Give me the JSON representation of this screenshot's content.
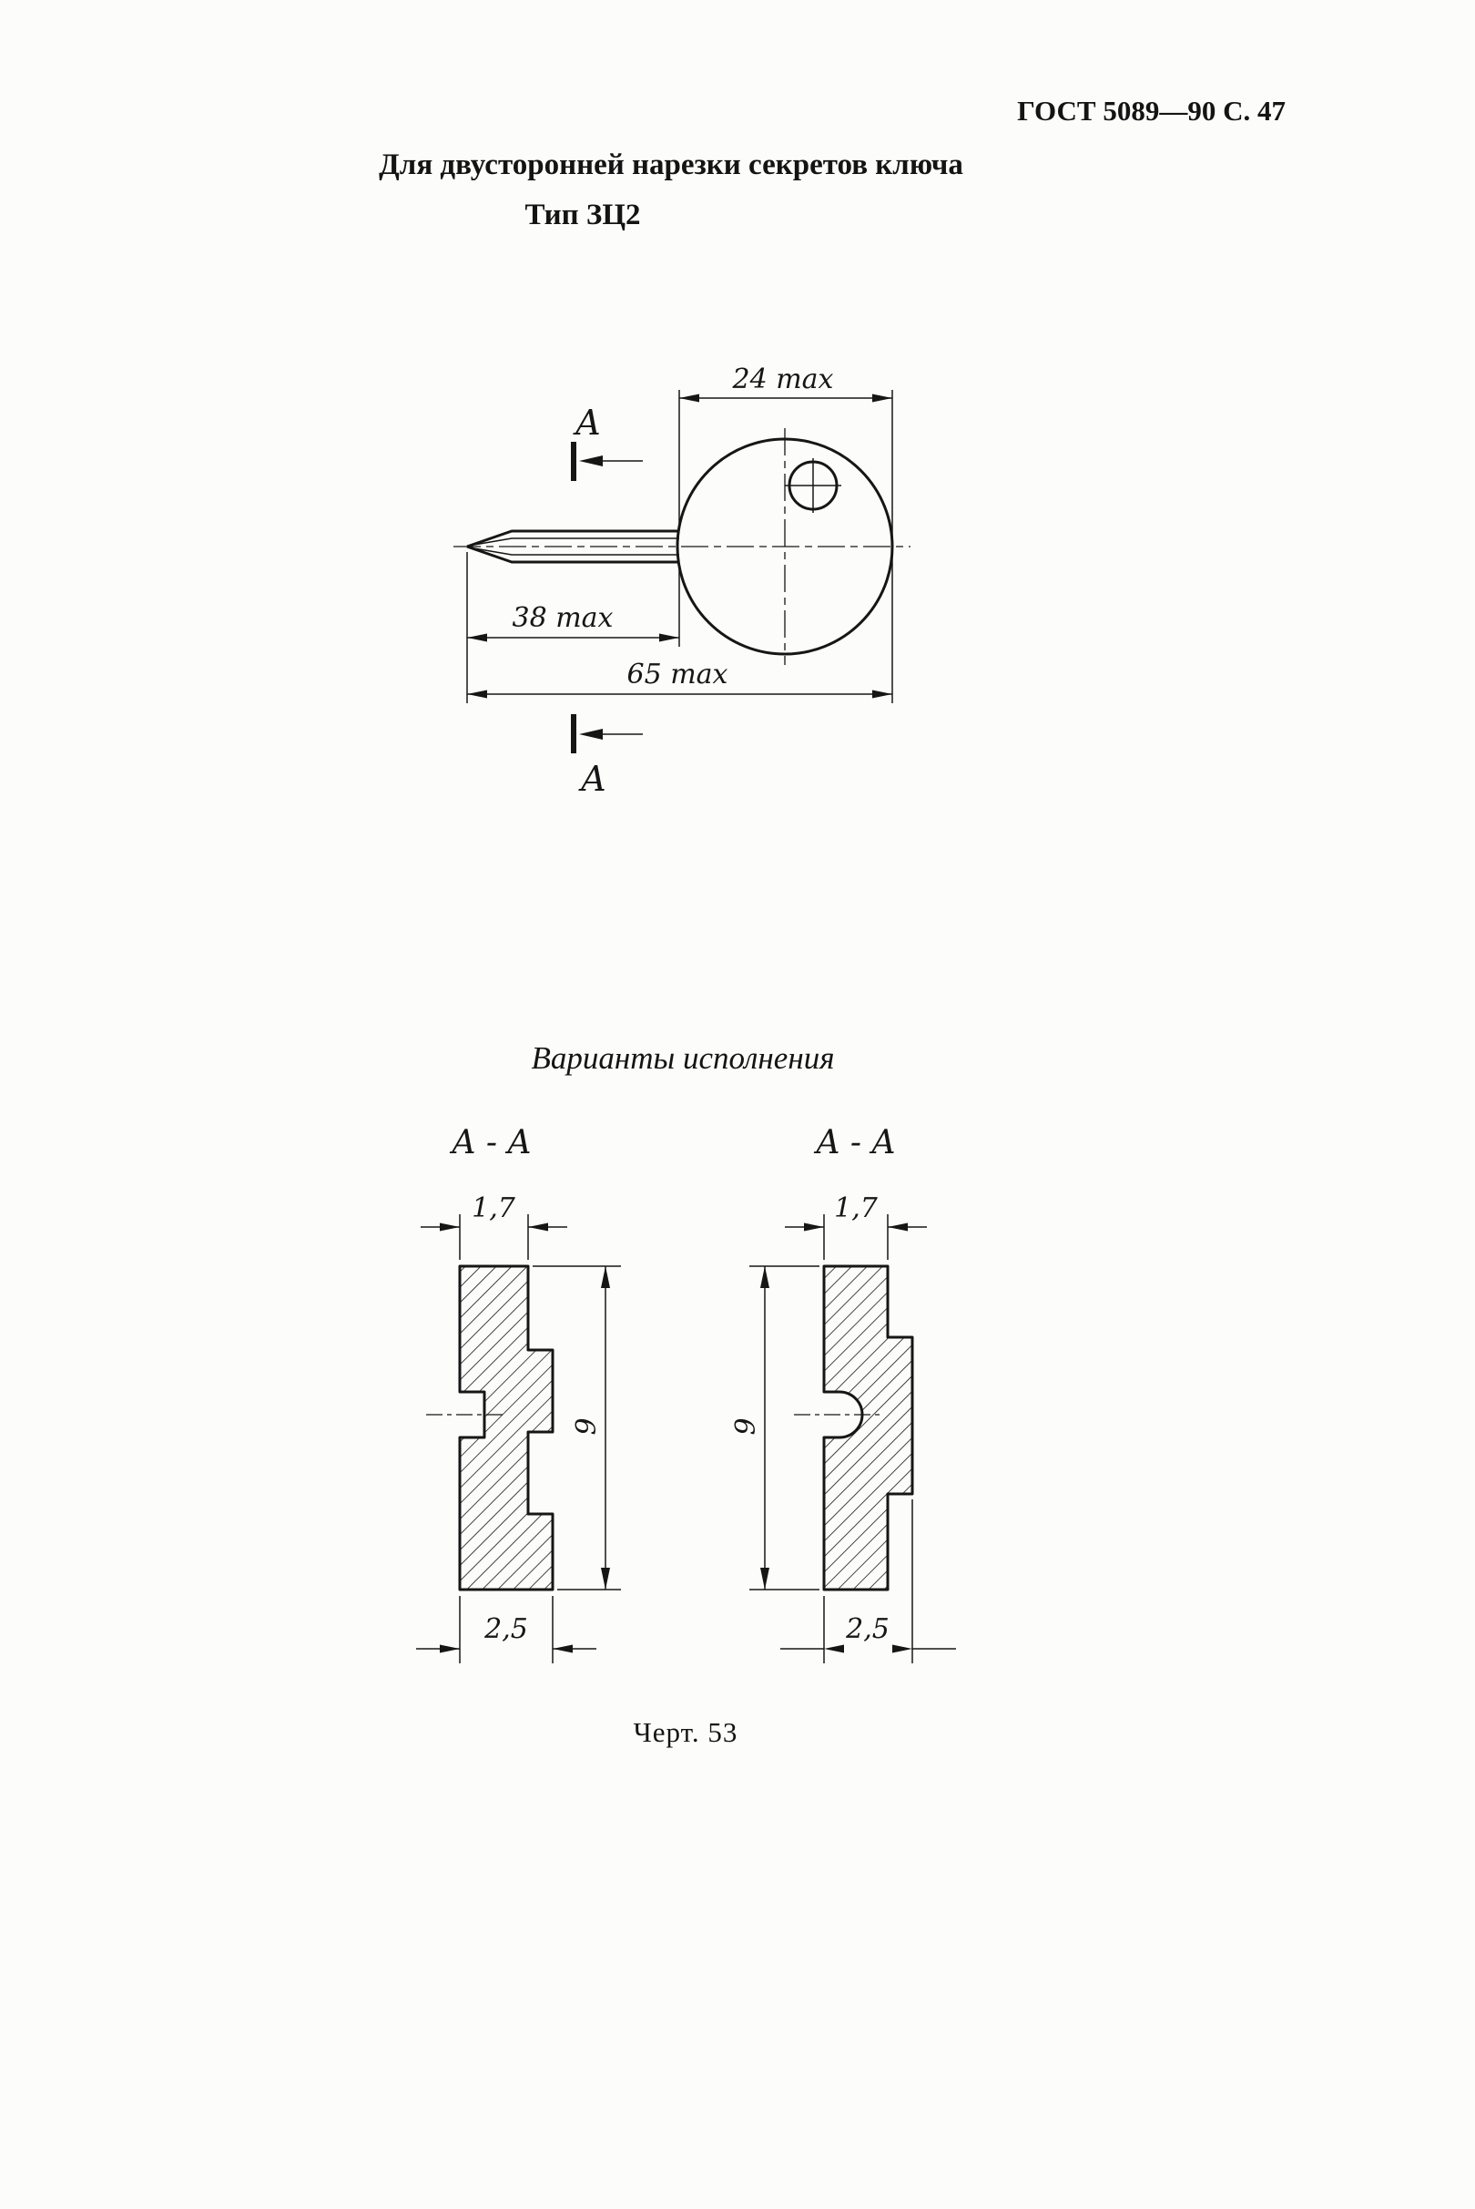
{
  "page": {
    "header": "ГОСТ 5089—90 С. 47",
    "title": "Для двусторонней нарезки секретов ключа",
    "subtitle": "Тип ЗЦ2",
    "variants_heading": "Варианты исполнения",
    "caption": "Черт. 53"
  },
  "key_drawing": {
    "dim_head_width": "24 max",
    "dim_blade_length": "38 max",
    "dim_total_length": "65 max",
    "section_label_top": "A",
    "section_label_bottom": "A"
  },
  "section_left": {
    "label": "A - A",
    "dim_top": "1,7",
    "dim_height": "9",
    "dim_bottom": "2,5"
  },
  "section_right": {
    "label": "A - A",
    "dim_top": "1,7",
    "dim_height": "9",
    "dim_bottom": "2,5"
  }
}
